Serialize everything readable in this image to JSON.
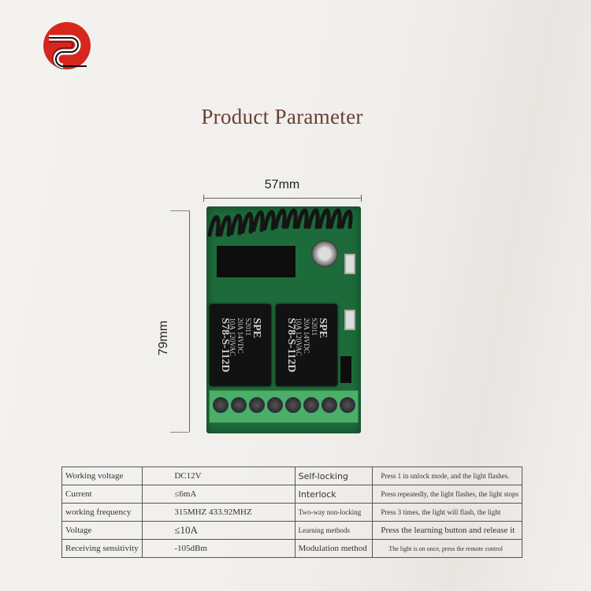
{
  "logo": {
    "name": "brand-logo",
    "colors": {
      "red": "#d7261e",
      "black": "#111111"
    }
  },
  "title": "Product Parameter",
  "dimensions": {
    "width": "57mm",
    "height": "79mm"
  },
  "product": {
    "relays": [
      {
        "model": "S78-S-112D",
        "brand": "SPE",
        "rating1": "20A 14VDC",
        "rating2": "10A 120VAC",
        "code": "S2011"
      },
      {
        "model": "S78-S-112D",
        "brand": "SPE",
        "rating1": "20A 14VDC",
        "rating2": "10A 120VAC",
        "code": "S2011"
      }
    ],
    "board_color": "#1d6b3a",
    "terminal_color": "#4caf68"
  },
  "table": {
    "rows": [
      {
        "label": "Working voltage",
        "value": "DC12V",
        "label2": "Self-locking",
        "value2": "Press 1 in unlock mode, and the light flashes."
      },
      {
        "label": "Current",
        "value": "≤6mA",
        "label2": "Interlock",
        "value2": "Press repeatedly, the light flashes, the light stops"
      },
      {
        "label": "working frequency",
        "value": "315MHZ 433.92MHZ",
        "label2": "Two-way non-locking",
        "value2": "Press 3 times, the light will flash, the light"
      },
      {
        "label": "Voltage",
        "value": "≤10A",
        "label2": "Learning methods",
        "value2": "Press the learning button and release it"
      },
      {
        "label": "Receiving sensitivity",
        "value": "-105dBm",
        "label2": "Modulation method",
        "value2": "The light is on once, press the remote control"
      }
    ]
  }
}
